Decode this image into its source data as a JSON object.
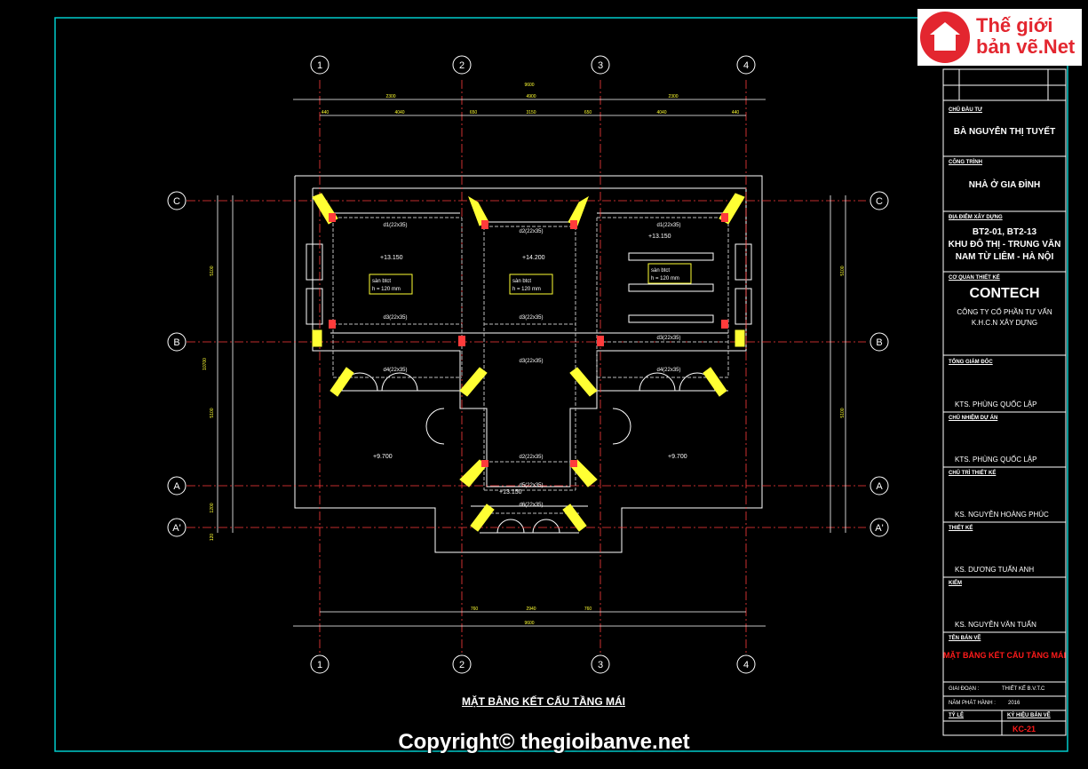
{
  "grid": {
    "columns": [
      "1",
      "2",
      "3",
      "4"
    ],
    "rows": [
      "C",
      "B",
      "A",
      "A'"
    ]
  },
  "dimensions": {
    "top_total": "9600",
    "top_spans": [
      "2300",
      "4900",
      "2300"
    ],
    "top_sub": [
      "440",
      "4040",
      "650",
      "3150",
      "650",
      "4040",
      "440"
    ],
    "bottom_total": "9600",
    "bottom_sub": [
      "760",
      "2940",
      "760"
    ],
    "left_total": "10700",
    "left_spans": [
      "5100",
      "5100"
    ],
    "side_small": [
      "1200",
      "120"
    ]
  },
  "beams": {
    "d1": "d1(22x35)",
    "d2": "d2(22x35)",
    "d3": "d3(22x35)",
    "d4": "d4(22x35)",
    "d5": "d5(22x35)",
    "d6": "d6(22x35)"
  },
  "levels": [
    "+13.150",
    "+14.200",
    "+13.150",
    "+9.700",
    "+9.700",
    "+13.150"
  ],
  "slab_notes": [
    {
      "line1": "sàn btct",
      "line2": "h = 120 mm"
    },
    {
      "line1": "sàn btct",
      "line2": "h = 120 mm"
    },
    {
      "line1": "sàn btct",
      "line2": "h = 120 mm"
    }
  ],
  "drawing_title": "MẶT BẰNG KẾT CẤU TẦNG MÁI",
  "title_block": {
    "owner_label": "CHỦ ĐẦU TƯ",
    "owner": "BÀ NGUYỄN THỊ TUYẾT",
    "project_label": "CÔNG TRÌNH",
    "project": "NHÀ Ở GIA ĐÌNH",
    "location_label": "ĐỊA ĐIỂM XÂY DỰNG",
    "location_1": "BT2-01, BT2-13",
    "location_2": "KHU ĐÔ THỊ - TRUNG VĂN",
    "location_3": "NAM TỪ LIÊM - HÀ NỘI",
    "designer_org_label": "CƠ QUAN THIẾT KẾ",
    "company_brand": "CONTECH",
    "company_name_1": "CÔNG TY CỔ PHẦN TƯ VẤN",
    "company_name_2": "K.H.C.N XÂY DỰNG",
    "director_label": "TỔNG GIÁM ĐỐC",
    "director": "KTS. PHÙNG QUỐC LẬP",
    "pm_label": "CHỦ NHIỆM DỰ ÁN",
    "pm": "KTS. PHÙNG QUỐC LẬP",
    "lead_label": "CHỦ TRÌ THIẾT KẾ",
    "lead": "KS. NGUYỄN HOÀNG PHÚC",
    "designer_label": "THIẾT KẾ",
    "designer": "KS. DƯƠNG TUẤN ANH",
    "checker_label": "KIỂM",
    "checker": "KS. NGUYỄN VĂN TUẤN",
    "sheet_label": "TÊN BẢN VẼ",
    "sheet_name": "MẶT BẰNG KẾT CẤU TẦNG MÁI",
    "phase_label": "GIAI ĐOẠN :",
    "phase": "THIẾT KẾ B.V.T.C",
    "year_label": "NĂM PHÁT HÀNH :",
    "year": "2016",
    "scale_label": "TỶ LỆ",
    "code_label": "KÝ HIỆU BẢN VẼ",
    "code": "KC-21"
  },
  "logo": {
    "line1": "Thế giới",
    "line2": "bản vẽ.Net"
  },
  "watermark": "Copyright© thegioibanve.net",
  "colors": {
    "background": "#000000",
    "frame": "#00cccc",
    "axis": "#ff2222",
    "beam": "#ffff33",
    "wall": "#ffffff"
  }
}
